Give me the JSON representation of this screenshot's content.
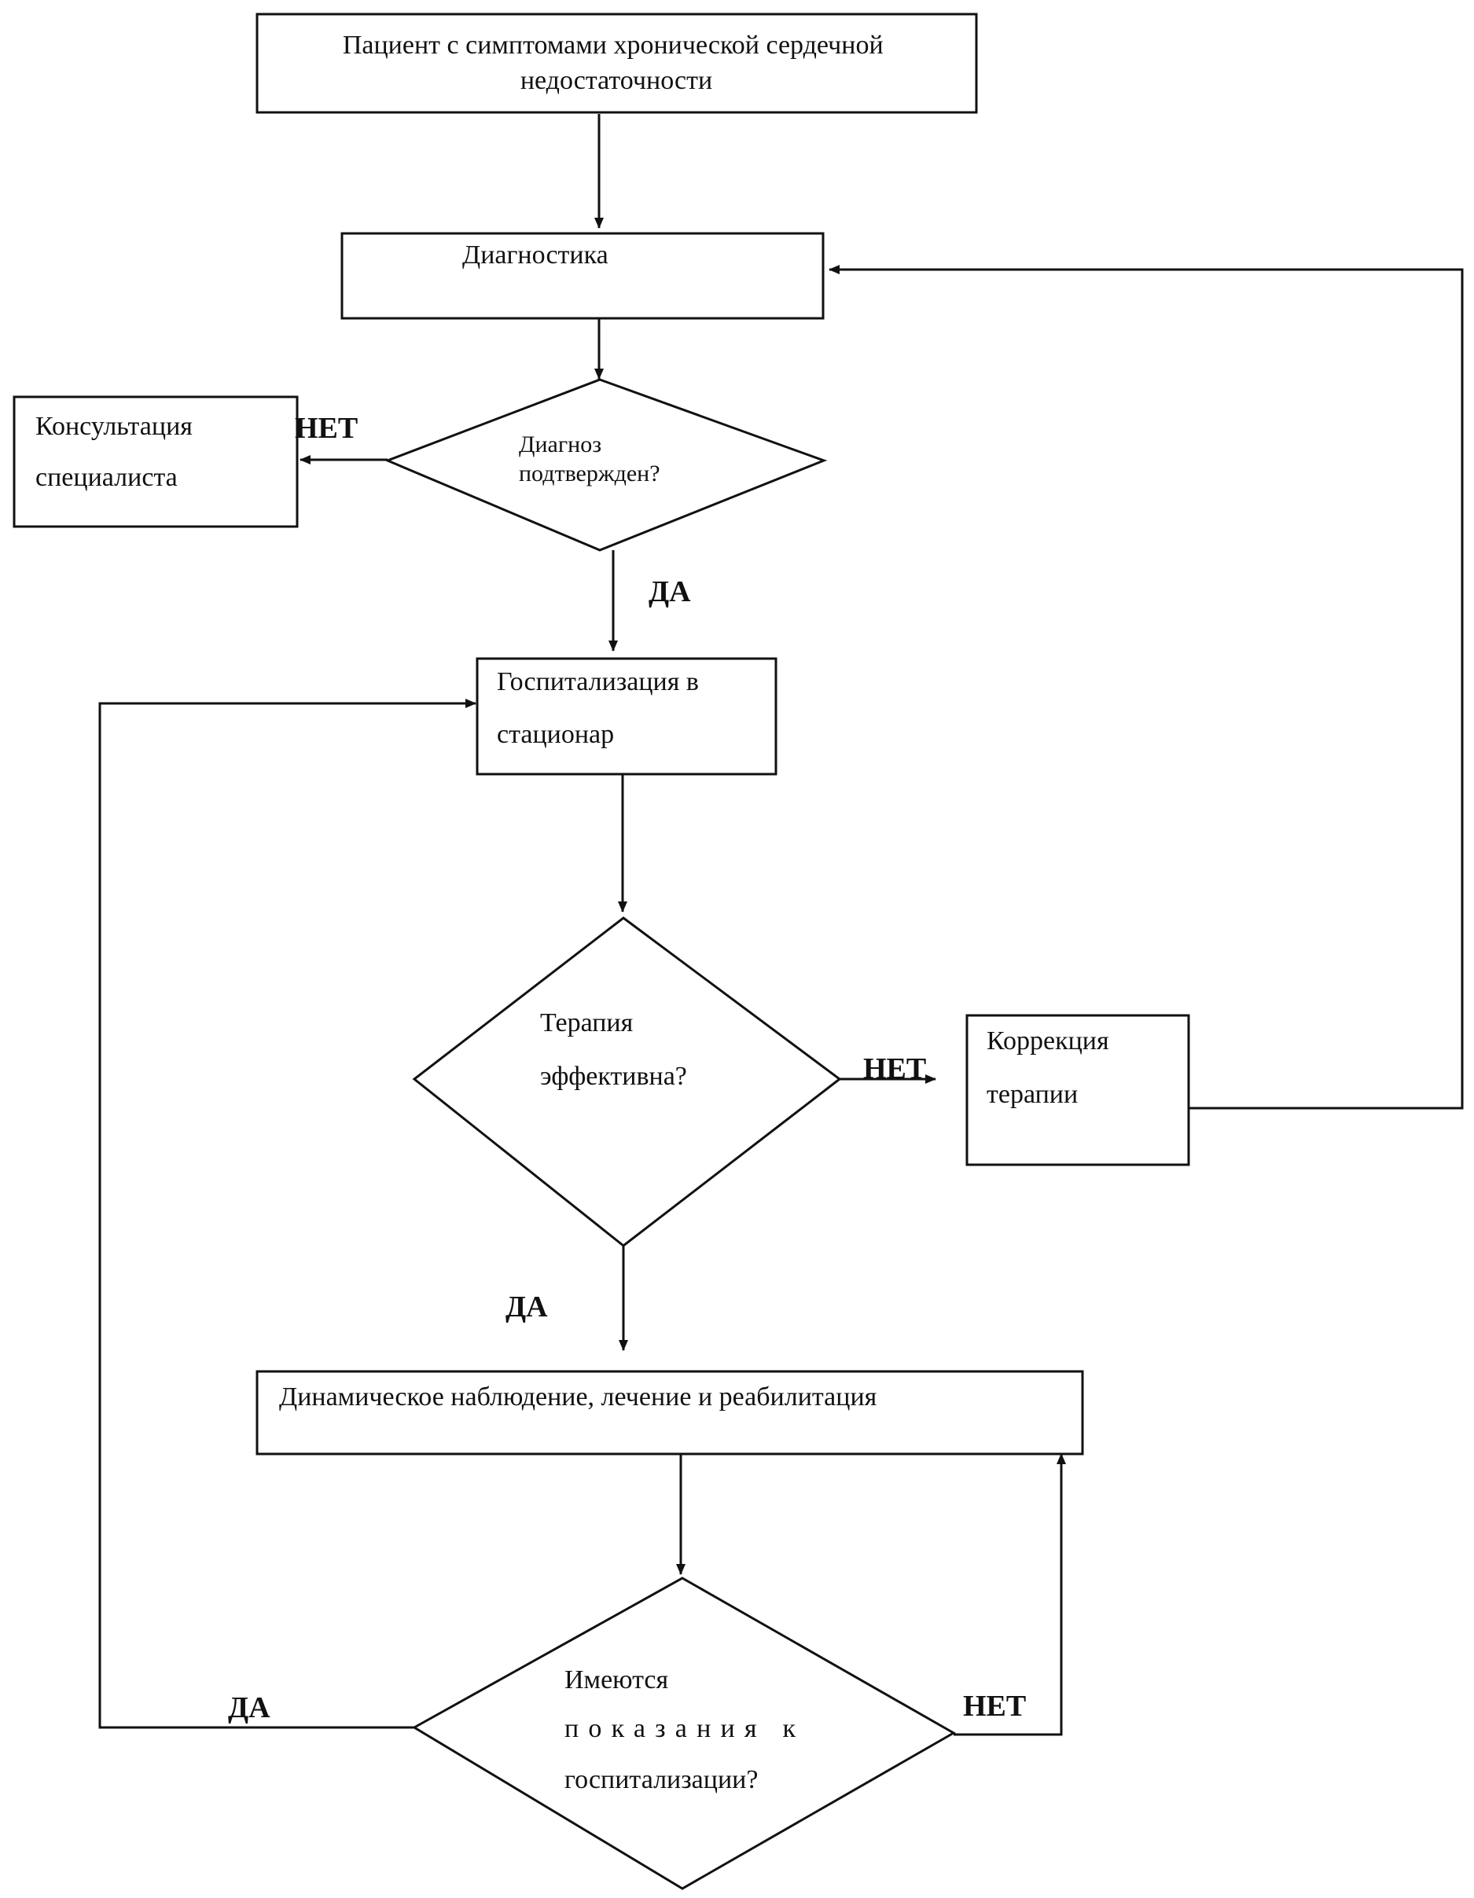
{
  "nodes": {
    "patient": [
      "Пациент с симптомами хронической сердечной",
      "недостаточности"
    ],
    "diagnostics": [
      "Диагностика"
    ],
    "diagnosis_confirmed": [
      "Диагноз",
      "подтвержден?"
    ],
    "specialist_consultation": [
      "Консультация",
      "специалиста"
    ],
    "hospitalization": [
      "Госпитализация в",
      "стационар"
    ],
    "therapy_effective": [
      "Терапия",
      "эффективна?"
    ],
    "therapy_correction": [
      "Коррекция",
      "терапии"
    ],
    "dynamic_observation": [
      "Динамическое наблюдение, лечение и реабилитация"
    ],
    "hospitalization_indications": [
      "Имеются",
      "показания к",
      "госпитализации?"
    ]
  },
  "edge_labels": {
    "diag_no": "НЕТ",
    "diag_yes": "ДА",
    "therapy_no": "НЕТ",
    "therapy_yes": "ДА",
    "indications_yes": "ДА",
    "indications_no": "НЕТ"
  }
}
